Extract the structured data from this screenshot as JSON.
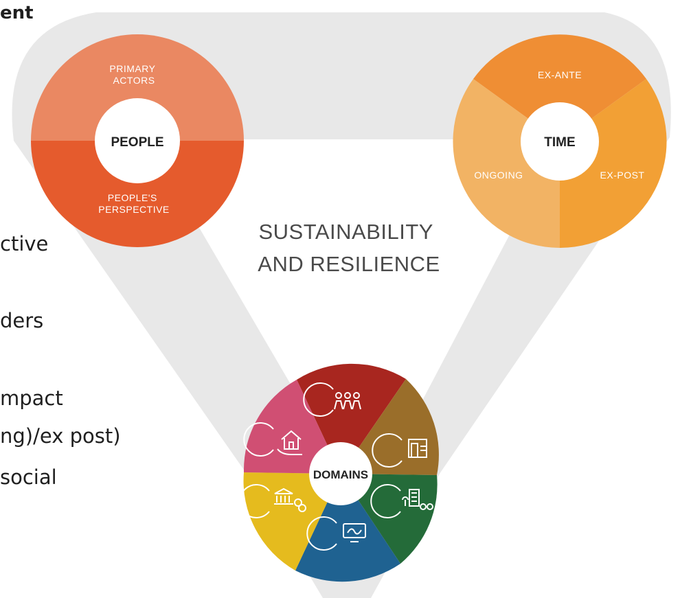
{
  "slide_text": {
    "heading_fragment": "ent",
    "bullets": [
      "ctive",
      "ders",
      "mpact",
      "ng)/ex post)",
      "social"
    ]
  },
  "diagram": {
    "center_title": [
      "SUSTAINABILITY",
      "AND RESILIENCE"
    ],
    "people": {
      "hub_label": "PEOPLE",
      "segments": [
        {
          "label": [
            "PRIMARY",
            "ACTORS"
          ],
          "color": "#EA8862"
        },
        {
          "label": [
            "PEOPLE'S",
            "PERSPECTIVE"
          ],
          "color": "#E55B2D"
        }
      ]
    },
    "time": {
      "hub_label": "TIME",
      "segments": [
        {
          "label": "EX-ANTE",
          "color": "#EF8E34"
        },
        {
          "label": "EX-POST",
          "color": "#F2A035"
        },
        {
          "label": "ONGOING",
          "color": "#F2B364"
        }
      ]
    },
    "domains": {
      "hub_label": "DOMAINS",
      "segments": [
        {
          "icon": "people-group-icon",
          "color": "#A8261F"
        },
        {
          "icon": "building-map-icon",
          "color": "#9A6E2A"
        },
        {
          "icon": "city-transport-icon",
          "color": "#246B39"
        },
        {
          "icon": "digital-screen-icon",
          "color": "#1F6291"
        },
        {
          "icon": "finance-bank-icon",
          "color": "#E5BB1E"
        },
        {
          "icon": "housing-care-icon",
          "color": "#D04F73"
        }
      ]
    },
    "band_color": "#E8E8E8"
  }
}
